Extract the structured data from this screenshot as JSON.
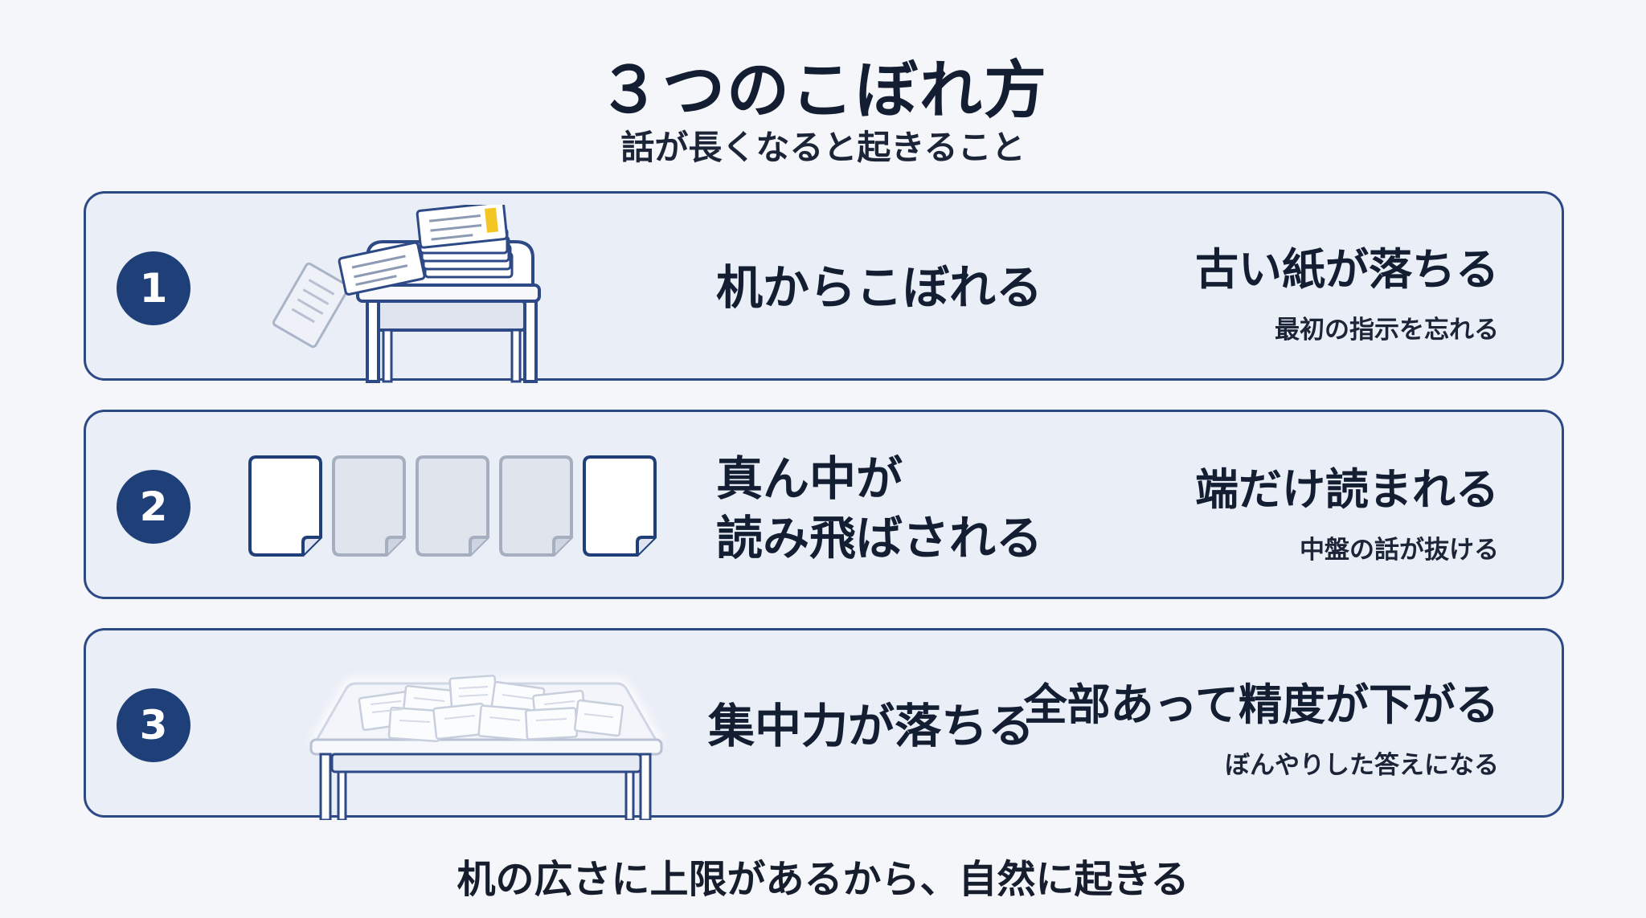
{
  "header": {
    "title": "３つのこぼれ方",
    "subtitle": "話が長くなると起きること"
  },
  "rows": [
    {
      "number": "1",
      "main_text": "机からこぼれる",
      "result_title": "古い紙が落ちる",
      "result_sub": "最初の指示を忘れる"
    },
    {
      "number": "2",
      "main_text_line1": "真ん中が",
      "main_text_line2": "読み飛ばされる",
      "result_title": "端だけ読まれる",
      "result_sub": "中盤の話が抜ける"
    },
    {
      "number": "3",
      "main_text": "集中力が落ちる",
      "result_title": "全部あって精度が下がる",
      "result_sub": "ぼんやりした答えになる"
    }
  ],
  "footer": {
    "text": "机の広さに上限があるから、自然に起きる"
  },
  "colors": {
    "accent": "#1f3f78",
    "card_border": "#2e4a86",
    "card_bg": "#eaeef6",
    "highlight": "#f3c623"
  }
}
